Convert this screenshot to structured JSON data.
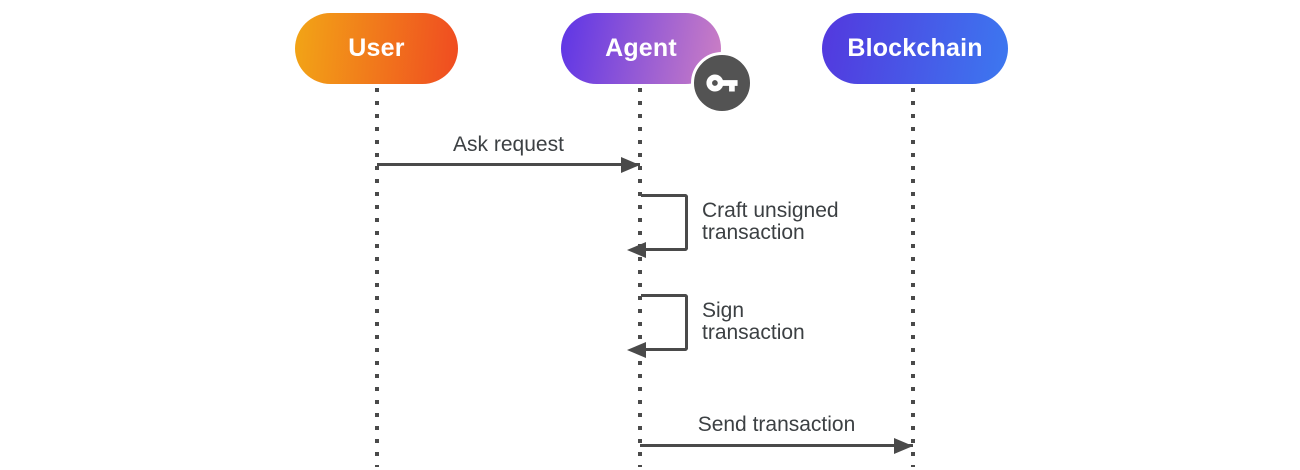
{
  "diagram": {
    "type": "sequence-diagram",
    "background": "#FFFFFF",
    "actors": [
      {
        "id": "user",
        "label": "User",
        "gradient": [
          "#F2A516",
          "#F04B21"
        ]
      },
      {
        "id": "agent",
        "label": "Agent",
        "gradient": [
          "#5D35E6",
          "#CC7FC4"
        ],
        "badge": "key-icon"
      },
      {
        "id": "blockchain",
        "label": "Blockchain",
        "gradient": [
          "#5338DE",
          "#3C78F0"
        ]
      }
    ],
    "messages": [
      {
        "label": "Ask request",
        "from": "User",
        "to": "Agent",
        "kind": "arrow"
      },
      {
        "label": "Craft unsigned transaction",
        "from": "Agent",
        "to": "Agent",
        "kind": "self-loop"
      },
      {
        "label": "Sign transaction",
        "from": "Agent",
        "to": "Agent",
        "kind": "self-loop"
      },
      {
        "label": "Send transaction",
        "from": "Agent",
        "to": "Blockchain",
        "kind": "arrow"
      }
    ],
    "colors": {
      "line": "#4A4A4A",
      "label_text": "#3C4043",
      "pill_text": "#FFFFFF",
      "badge_bg": "#535353",
      "badge_icon": "#FFFFFF"
    }
  }
}
